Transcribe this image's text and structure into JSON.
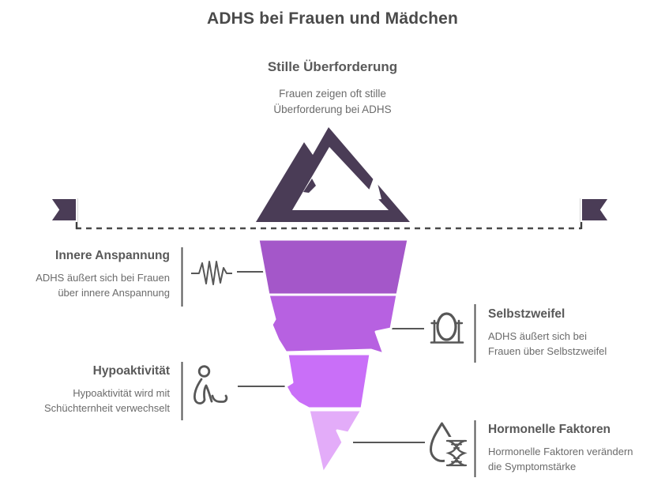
{
  "page": {
    "title": "ADHS bei Frauen und Mädchen"
  },
  "surface_section": {
    "title": "Stille Überforderung",
    "description": "Frauen zeigen oft stille\nÜberforderung bei ADHS"
  },
  "left_sections": [
    {
      "title": "Innere Anspannung",
      "description": "ADHS äußert sich bei Frauen\nüber innere Anspannung",
      "icon": "tension-wave-icon"
    },
    {
      "title": "Hypoaktivität",
      "description": "Hypoaktivität wird mit\nSchüchternheit verwechselt",
      "icon": "sitting-person-icon"
    }
  ],
  "right_sections": [
    {
      "title": "Selbstzweifel",
      "description": "ADHS äußert sich bei\nFrauen über Selbstzweifel",
      "icon": "mirror-icon"
    },
    {
      "title": "Hormonelle Faktoren",
      "description": "Hormonelle Faktoren verändern\ndie Symptomstärke",
      "icon": "drop-dna-icon"
    }
  ],
  "graphics": {
    "mountain_color": "#4a3c56",
    "flag_color": "#4a3c56",
    "line_color": "#575757",
    "dash_color": "#4a4a4a",
    "iceberg_segment_colors": [
      "#a457c9",
      "#b761e1",
      "#c96ff8",
      "#e3acf9"
    ]
  }
}
